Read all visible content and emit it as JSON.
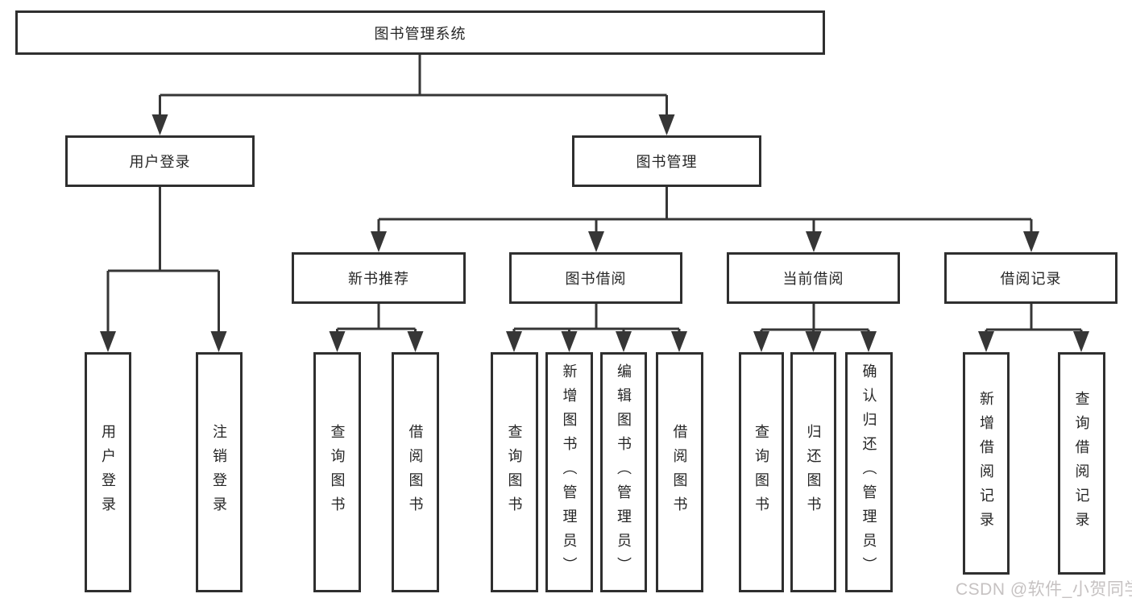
{
  "diagram": {
    "title": "图书管理系统",
    "branches": [
      {
        "label": "用户登录",
        "children": [
          {
            "label": "用户登录"
          },
          {
            "label": "注销登录"
          }
        ]
      },
      {
        "label": "图书管理",
        "sections": [
          {
            "label": "新书推荐",
            "children": [
              {
                "label": "查询图书"
              },
              {
                "label": "借阅图书"
              }
            ]
          },
          {
            "label": "图书借阅",
            "children": [
              {
                "label": "查询图书"
              },
              {
                "label": "新增图书（管理员）"
              },
              {
                "label": "编辑图书（管理员）"
              },
              {
                "label": "借阅图书"
              }
            ]
          },
          {
            "label": "当前借阅",
            "children": [
              {
                "label": "查询图书"
              },
              {
                "label": "归还图书"
              },
              {
                "label": "确认归还（管理员）"
              }
            ]
          },
          {
            "label": "借阅记录",
            "children": [
              {
                "label": "新增借阅记录"
              },
              {
                "label": "查询借阅记录"
              }
            ]
          }
        ]
      }
    ],
    "line_color": "#363636",
    "border_color": "#2f2f2f",
    "text_color": "#262626",
    "watermark": "CSDN @软件_小贺同学"
  }
}
